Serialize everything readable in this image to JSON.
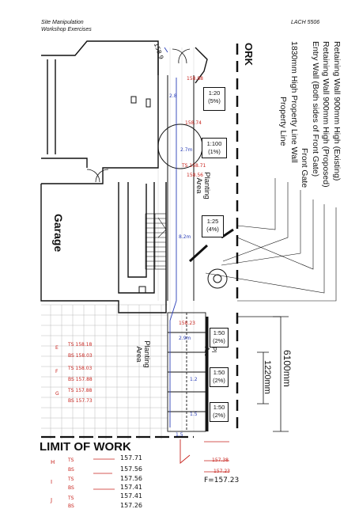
{
  "header": {
    "course_line1": "Site Manipulation",
    "course_line2": "Workshop Exercises",
    "code": "LACH 5506"
  },
  "legend": {
    "items": [
      "Retaining Wall 900mm High (Existing)",
      "Retaining Wall 900mm High (Proposed)",
      "Entry Wall (Both sides of Front Gate)",
      "Front Gate",
      "1830mm High Property Line Wall",
      "Property Line"
    ]
  },
  "plan_labels": {
    "garage": "Garage",
    "planting_area_1": "Planting Area",
    "planting_area_2": "Planting Area",
    "limit_of_work": "LIMIT OF WORK",
    "ork_fragment": "ORK",
    "dim_6100": "6100mm",
    "dim_1220": "1220mm",
    "partial_label": "Pl Are"
  },
  "slope_boxes": [
    {
      "ratio": "1:20",
      "pct": "(5%)"
    },
    {
      "ratio": "1:100",
      "pct": "(1%)"
    },
    {
      "ratio": "1:25",
      "pct": "(4%)"
    },
    {
      "ratio": "1:50",
      "pct": "(2%)"
    },
    {
      "ratio": "1:50",
      "pct": "(2%)"
    },
    {
      "ratio": "1:50",
      "pct": "(2%)"
    }
  ],
  "annotations": {
    "top_level": "158.9",
    "points": {
      "A": "158.88",
      "B": "158.74",
      "C_ts": "TS 158.71",
      "C_bs": "158.56",
      "D": "158.23"
    },
    "blue_dims": [
      "2.8",
      "2.7m",
      "8.2m",
      "2.9m",
      "1.2",
      "1.5",
      "1.5"
    ],
    "red_levels": [
      {
        "label": "E",
        "ts": "TS 158.18",
        "bs": "BS 158.03"
      },
      {
        "label": "F",
        "ts": "TS 158.03",
        "bs": "BS 157.88"
      },
      {
        "label": "G",
        "ts": "TS 157.88",
        "bs": "BS 157.73"
      }
    ],
    "bottom_levels": [
      {
        "label": "H",
        "ts": "TS",
        "ts_val": "157.71",
        "bs": "BS",
        "bs_val": "157.56"
      },
      {
        "label": "I",
        "ts": "TS",
        "ts_val": "157.56",
        "bs": "BS",
        "bs_val": "157.41"
      },
      {
        "label": "J",
        "ts": "TS",
        "ts_val": "157.41",
        "bs": "BS",
        "bs_val": "157.26"
      }
    ],
    "right_strike_1": "157.38",
    "right_strike_2": "157.23",
    "final_level": "F=157.23"
  }
}
